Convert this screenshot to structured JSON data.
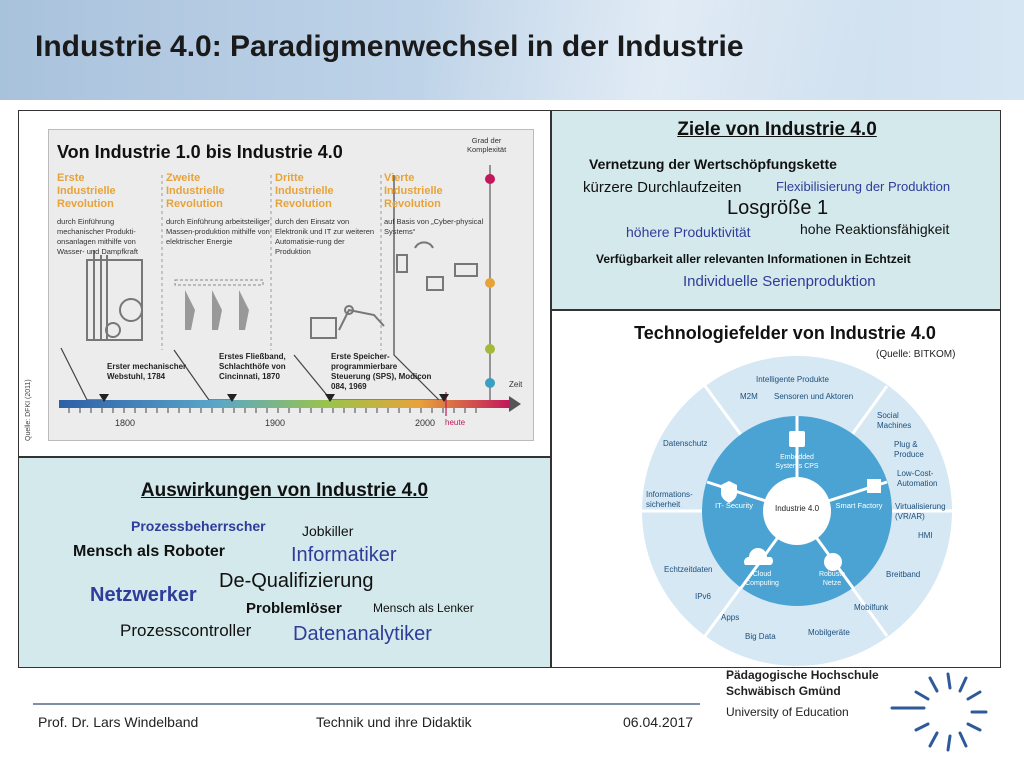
{
  "title": "Industrie 4.0: Paradigmenwechsel in der Industrie",
  "timeline": {
    "title": "Von Industrie 1.0 bis Industrie 4.0",
    "complexity_label": "Grad der\nKomplexität",
    "source": "Quelle: DFKI (2011)",
    "revolutions": [
      {
        "heading": "Erste\nIndustrielle\nRevolution",
        "desc": "durch Einführung mechanischer Produkti-onsanlagen mithilfe von Wasser- und Dampfkraft"
      },
      {
        "heading": "Zweite\nIndustrielle\nRevolution",
        "desc": "durch Einführung arbeitsteiliger Massen-produktion mithilfe von elektrischer Energie"
      },
      {
        "heading": "Dritte\nIndustrielle\nRevolution",
        "desc": "durch den Einsatz von Elektronik und IT zur weiteren Automatisie-rung der Produktion"
      },
      {
        "heading": "Vierte\nIndustrielle\nRevolution",
        "desc": "auf Basis von „Cyber-physical Systems“"
      }
    ],
    "milestones": [
      "Erster mechanischer Webstuhl, 1784",
      "Erstes Fließband, Schlachthöfe von Cincinnati, 1870",
      "Erste Speicher-programmierbare Steuerung (SPS), Modicon 084, 1969"
    ],
    "axis_label": "Zeit",
    "years": [
      "1800",
      "1900",
      "2000"
    ],
    "today": "heute"
  },
  "goals": {
    "title": "Ziele von Industrie 4.0",
    "items": [
      "Vernetzung der Wertschöpfungskette",
      "kürzere Durchlaufzeiten",
      "Flexibilisierung der Produktion",
      "Losgröße 1",
      "höhere Produktivität",
      "hohe Reaktionsfähigkeit",
      "Verfügbarkeit aller relevanten Informationen in Echtzeit",
      "Individuelle Serienproduktion"
    ]
  },
  "tech": {
    "title": "Technologiefelder von Industrie 4.0",
    "source": "(Quelle: BITKOM)",
    "center": "Industrie 4.0",
    "inner": [
      "Embedded\nSystems CPS",
      "Smart Factory",
      "Robuste\nNetze",
      "Cloud\nComputing",
      "IT- Security"
    ],
    "outer": [
      "Intelligente Produkte",
      "M2M",
      "Sensoren und Aktoren",
      "Social\nMachines",
      "Plug &\nProduce",
      "Low-Cost-\nAutomation",
      "Virtualisierung\n(VR/AR)",
      "HMI",
      "Breitband",
      "Mobilfunk",
      "Mobilgeräte",
      "Big Data",
      "Apps",
      "IPv6",
      "Echtzeitdaten",
      "Informations-\nsicherheit",
      "Datenschutz"
    ]
  },
  "effects": {
    "title": "Auswirkungen von Industrie 4.0",
    "items": [
      "Prozessbeherrscher",
      "Jobkiller",
      "Mensch als Roboter",
      "Informatiker",
      "De-Qualifizierung",
      "Netzwerker",
      "Problemlöser",
      "Mensch als Lenker",
      "Prozesscontroller",
      "Datenanalytiker"
    ]
  },
  "footer": {
    "author": "Prof. Dr. Lars Windelband",
    "course": "Technik und ihre Didaktik",
    "date": "06.04.2017",
    "logo_line1": "Pädagogische Hochschule",
    "logo_line2": "Schwäbisch Gmünd",
    "logo_line3": "University of Education"
  },
  "colors": {
    "blue": "#2f3c9a",
    "teal": "#d4e9ec",
    "circle_blue": "#4aa3d2",
    "orange": "#e7a33a"
  }
}
